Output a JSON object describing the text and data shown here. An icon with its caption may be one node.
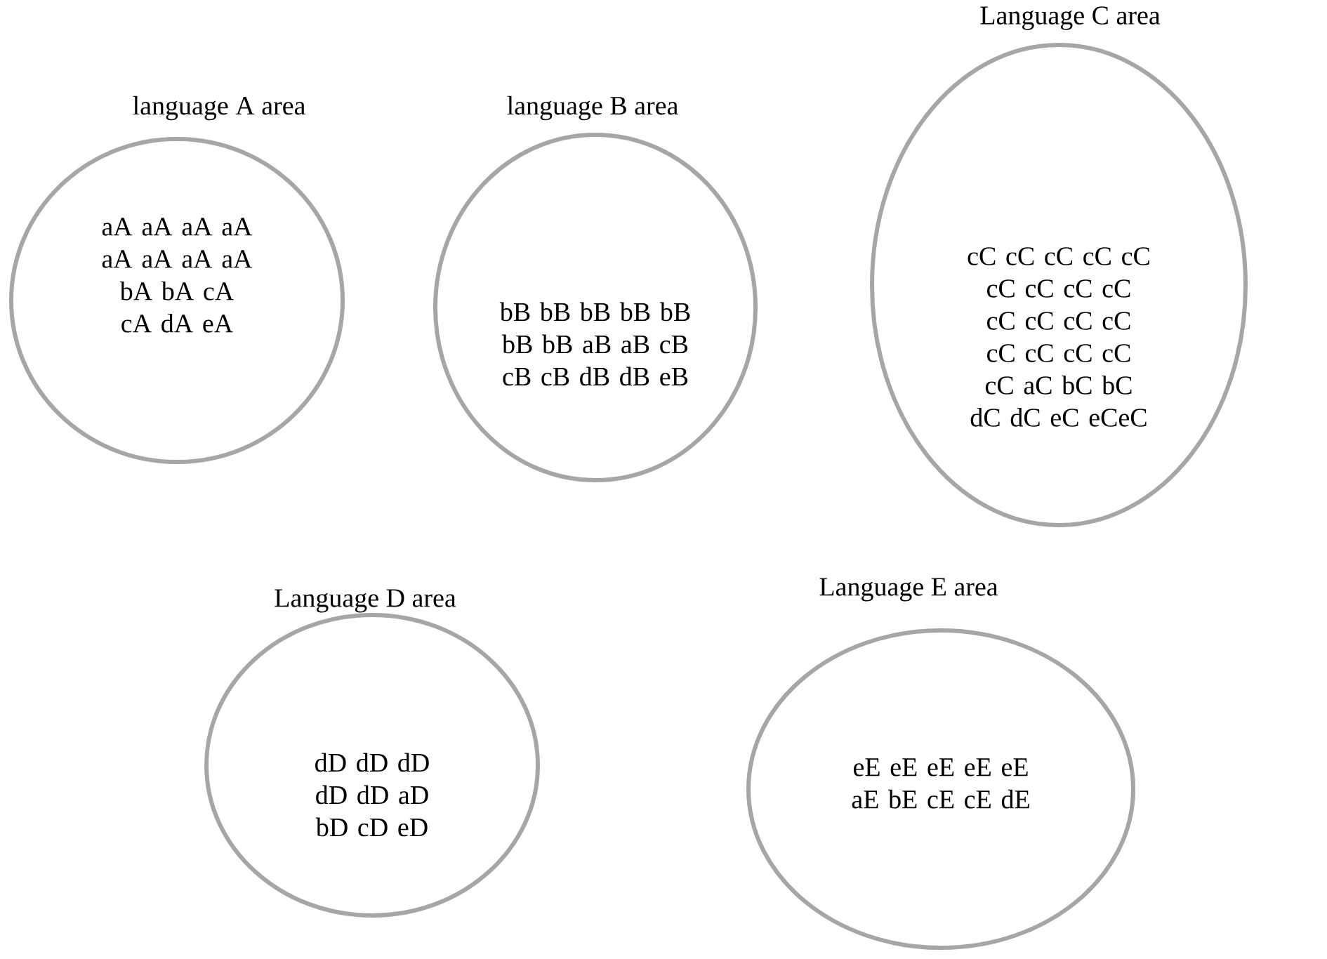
{
  "diagram": {
    "nodes": [
      {
        "text": [
          "language A area",
          "aA aA aA aA aA aA aA aA bA bA cA cA dA eA"
        ]
      },
      {
        "text": [
          "language B area",
          "bB bB bB bB bB bB bB aB aB cB cB cB dB dB eB"
        ]
      },
      {
        "text": [
          "Language C area",
          "cC cC cC cC cC cC cC cC cC cC cC cC cC cC cC cC cC cC aC bC bC dC dC eC eCeC"
        ]
      },
      {
        "text": [
          "Language D area",
          "dD dD dD dD dD aD bD cD eD"
        ]
      },
      {
        "text": [
          "Language E area",
          "eE eE eE eE eE aE bE cE cE dE"
        ]
      }
    ]
  }
}
